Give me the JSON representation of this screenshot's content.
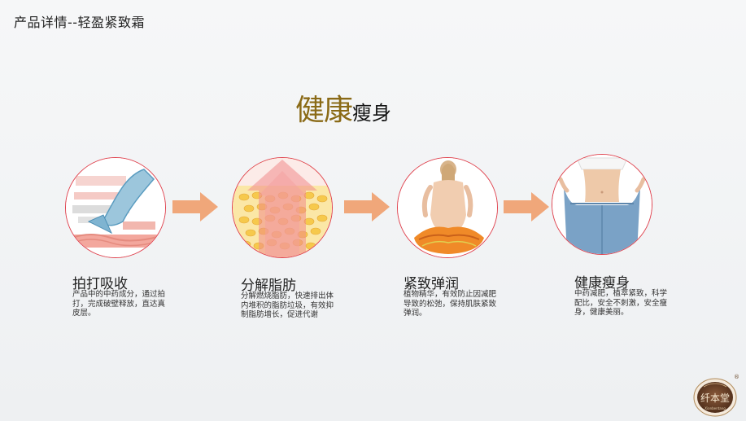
{
  "page_title": "产品详情--轻盈紧致霜",
  "headline": {
    "big": "健康",
    "small": "瘦身"
  },
  "steps": [
    {
      "title": "拍打吸收",
      "desc": "产品中的中药成分，通过拍打，完成破壁释放，直达真皮层。"
    },
    {
      "title": "分解脂肪",
      "desc": "分解燃烧脂肪，快速排出体内堆积的脂肪垃圾，有效抑制脂肪增长，促进代谢"
    },
    {
      "title": "紧致弹润",
      "desc": "植物精华，有效防止因减肥导致的松弛，保持肌肤紧致弹润。"
    },
    {
      "title": "健康瘦身",
      "desc": "中药减肥，植萃紧致，科学配比，安全不刺激，安全瘦身，健康美丽。"
    }
  ],
  "logo": {
    "text": "纤本堂",
    "sub": "Xianbentang",
    "reg": "®"
  },
  "colors": {
    "circle_border": "#e0434f",
    "arrow": "#f0a77a",
    "headline_gold": "#8a6a16"
  }
}
